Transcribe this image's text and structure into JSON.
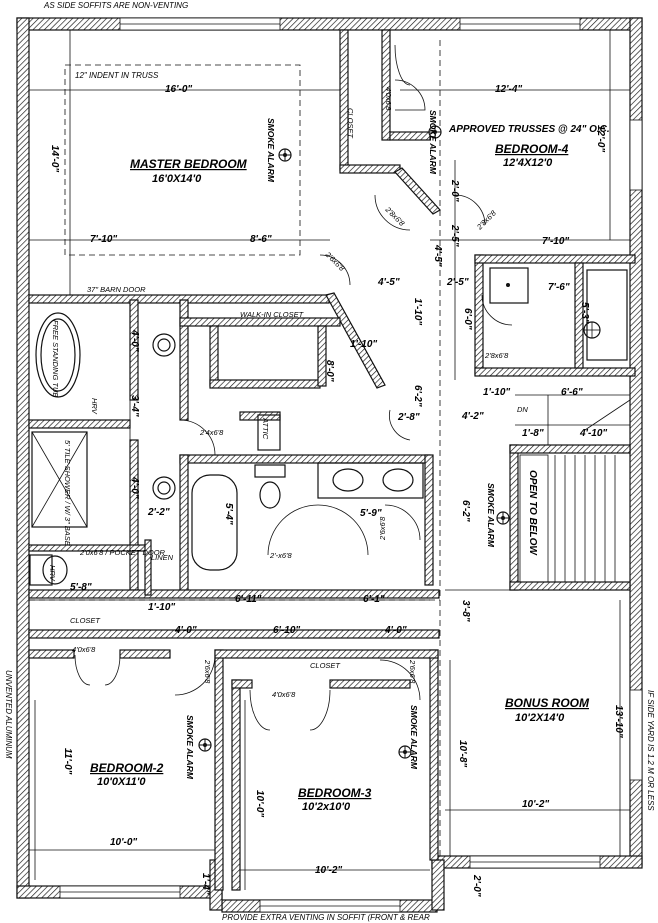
{
  "top_note": "AS SIDE SOFFITS ARE NON-VENTING",
  "bottom_note": "PROVIDE EXTRA VENTING IN SOFFIT (FRONT & REAR",
  "left_margin_note": "UNVENTED ALUMINUM",
  "right_margin_note": "IF SIDE YARD IS 1.2 M OR LESS",
  "truss_note": "APPROVED TRUSSES @ 24\" O.C.",
  "indent_note": "12\" INDENT IN TRUSS",
  "rooms": {
    "master": {
      "name": "MASTER BEDROOM",
      "size": "16'0X14'0"
    },
    "bed4": {
      "name": "BEDROOM-4",
      "size": "12'4X12'0"
    },
    "bed2": {
      "name": "BEDROOM-2",
      "size": "10'0X11'0"
    },
    "bed3": {
      "name": "BEDROOM-3",
      "size": "10'2x10'0"
    },
    "bonus": {
      "name": "BONUS ROOM",
      "size": "10'2X14'0"
    }
  },
  "labels": {
    "smoke_alarm": "SMOKE ALARM",
    "closet": "CLOSET",
    "walk_in": "WALK-IN CLOSET",
    "barn_door": "37\" BARN DOOR",
    "tub": "FREE STANDING TUB",
    "shower": "5' TILE SHOWER / W/ 3\" BASE",
    "hrv": "HRV",
    "pocket_door": "2'0x6'8 / POCKET DOOR",
    "linen": "LINEN",
    "attic": "ATTIC",
    "open_to_below": "OPEN TO BELOW",
    "down": "DN",
    "door_2_4x6_8": "2'4x6'8",
    "door_2x6_8": "2'-x6'8",
    "door_2_8x6_8": "2'8x6'8",
    "door_4x6_8": "4'0x6'8",
    "door_2_6x6_8": "2'6x6'8",
    "door_2_8_angled": "2'8x6'8"
  },
  "dimensions": {
    "d_16_0": "16'-0\"",
    "d_12_4": "12'-4\"",
    "d_14_0": "14'-0\"",
    "d_12_0": "12'-0\"",
    "d_7_10a": "7'-10\"",
    "d_8_6": "8'-6\"",
    "d_7_10b": "7'-10\"",
    "d_2_0a": "2'-0\"",
    "d_2_5a": "2'-5\"",
    "d_4_5a": "4'-5\"",
    "d_4_5b": "4'-5\"",
    "d_2_5b": "2'-5\"",
    "d_7_6": "7'-6\"",
    "d_1_10a": "1'-10\"",
    "d_6_0": "6'-0\"",
    "d_5_3": "5'-3\"",
    "d_4_0a": "4'-0\"",
    "d_1_10b": "1'-10\"",
    "d_8_0": "8'-0\"",
    "d_3_4": "3'-4\"",
    "d_6_2a": "6'-2\"",
    "d_2_8": "2'-8\"",
    "d_4_2": "4'-2\"",
    "d_1_10c": "1'-10\"",
    "d_6_6": "6'-6\"",
    "d_1_8": "1'-8\"",
    "d_4_10": "4'-10\"",
    "d_4_0b": "4'-0\"",
    "d_2_2": "2'-2\"",
    "d_5_4": "5'-4\"",
    "d_5_9": "5'-9\"",
    "d_6_2b": "6'-2\"",
    "d_5_8": "5'-8\"",
    "d_1_10d": "1'-10\"",
    "d_6_11": "6'-11\"",
    "d_6_1": "6'-1\"",
    "d_3_8": "3'-8\"",
    "d_4_0c": "4'-0\"",
    "d_6_10": "6'-10\"",
    "d_4_0d": "4'-0\"",
    "d_11_0": "11'-0\"",
    "d_10_0a": "10'-0\"",
    "d_10_0b": "10'-0\"",
    "d_10_2a": "10'-2\"",
    "d_10_8": "10'-8\"",
    "d_13_10": "13'-10\"",
    "d_10_2b": "10'-2\"",
    "d_1_4": "1'-4\"",
    "d_2_0b": "2'-0\""
  },
  "colors": {
    "ink": "#111111",
    "paper": "#ffffff"
  }
}
